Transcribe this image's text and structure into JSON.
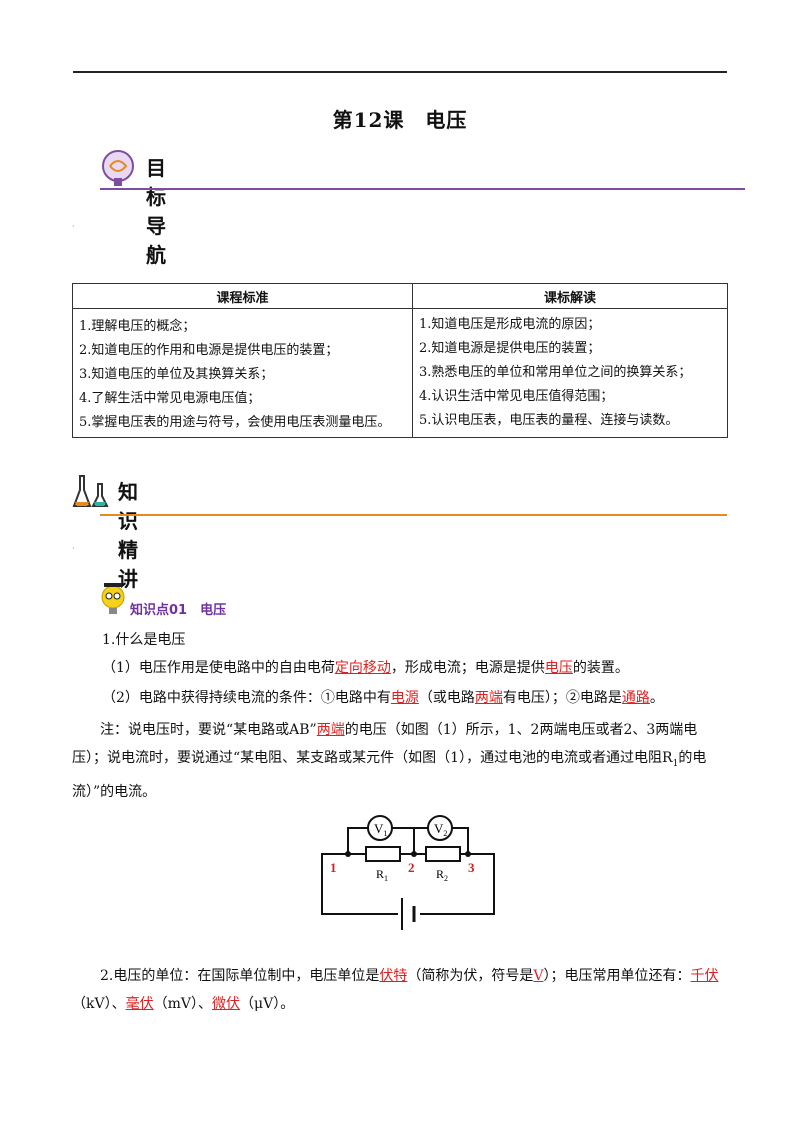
{
  "title": "第12课　电压",
  "section1": {
    "label": "目标导航"
  },
  "section2": {
    "label": "知识精讲"
  },
  "table": {
    "headers": [
      "课程标准",
      "课标解读"
    ],
    "left": [
      "1.理解电压的概念；",
      "2.知道电压的作用和电源是提供电压的装置；",
      "3.知道电压的单位及其换算关系；",
      "4.了解生活中常见电源电压值；",
      "5.掌握电压表的用途与符号，会使用电压表测量电压。"
    ],
    "right": [
      "1.知道电压是形成电流的原因；",
      "2.知道电源是提供电压的装置；",
      "3.熟悉电压的单位和常用单位之间的换算关系；",
      "4.认识生活中常见电压值得范围；",
      "5.认识电压表，电压表的量程、连接与读数。"
    ]
  },
  "knowledge_point": {
    "label": "知识点01　电压"
  },
  "q1": "1.什么是电压",
  "p1": {
    "a": "（1）电压作用是使电路中的自由电荷",
    "b": "定向移动",
    "c": "，形成电流；电源是提供",
    "d": "电压",
    "e": "的装置。"
  },
  "p2": {
    "a": "（2）电路中获得持续电流的条件：①电路中有",
    "b": "电源",
    "c": "（或电路",
    "d": "两端",
    "e": "有电压）；②电路是",
    "f": "通路",
    "g": "。"
  },
  "note": {
    "a": "注：说电压时，要说“某电路或AB”",
    "b": "两端",
    "c": "的电压（如图（1）所示，1、2两端电压或者2、3两端电压）；说电流时，要说通过“某电阻、某支路或某元件（如图（1），通过电池的电流或者通过电阻R",
    "sub": "1",
    "d": "的电流）”的电流。"
  },
  "circuit": {
    "v1": "V",
    "v1_sub": "1",
    "v2": "V",
    "v2_sub": "2",
    "r1": "R",
    "r1_sub": "1",
    "r2": "R",
    "r2_sub": "2",
    "n1": "1",
    "n2": "2",
    "n3": "3"
  },
  "p3": {
    "a": "2.电压的单位：在国际单位制中，电压单位是",
    "b": "伏特",
    "c": "（简称为伏，符号是",
    "d": "V",
    "e": "）；电压常用单位还有：",
    "f": "千伏",
    "g": "（kV）、",
    "h": "毫伏",
    "i": "（mV）、",
    "j": "微伏",
    "k": "（μV）。"
  },
  "colors": {
    "purple": "#7d4e9f",
    "orange": "#e58a1f",
    "red": "#e02020",
    "kp": "#7030a0"
  }
}
